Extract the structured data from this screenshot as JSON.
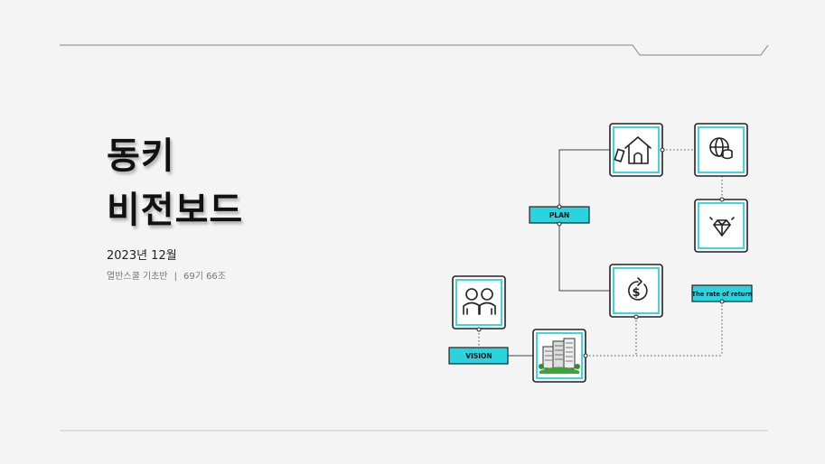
{
  "slide": {
    "title_line1": "동키",
    "title_line2": "비전보드",
    "date": "2023년 12월",
    "class_name": "열반스쿨 기초반",
    "separator": "|",
    "group": "69기 66조"
  },
  "diagram": {
    "labels": {
      "plan": "PLAN",
      "vision": "VISION",
      "return": "The rate of return"
    },
    "nodes": [
      {
        "id": "house",
        "icon": "house-with-tag-icon"
      },
      {
        "id": "globe",
        "icon": "globe-database-icon"
      },
      {
        "id": "diamond",
        "icon": "diamond-icon"
      },
      {
        "id": "dollar",
        "icon": "dollar-cycle-icon"
      },
      {
        "id": "couple",
        "icon": "couple-icon"
      },
      {
        "id": "buildings",
        "icon": "buildings-icon"
      }
    ]
  },
  "colors": {
    "accent": "#2bd3de",
    "background": "#f4f4f4",
    "text": "#111111"
  }
}
